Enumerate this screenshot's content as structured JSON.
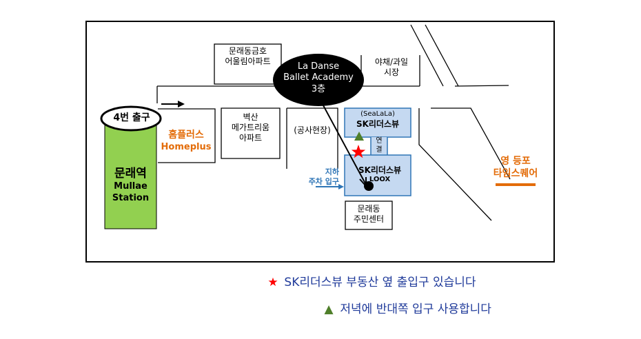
{
  "map": {
    "buildings": {
      "kumho_apt": [
        "문래동금호",
        "어울림아파트"
      ],
      "byeoksan": [
        "벽산",
        "메가트리움",
        "아파트"
      ],
      "construction": "(공사현장)",
      "market": [
        "야채/과일",
        "시장"
      ],
      "sealala_small": "(SeaLaLa)",
      "sk_upper": "SK리더스뷰",
      "link": [
        "연",
        "결"
      ],
      "sk_lower": "SK리더스뷰",
      "sk_lower_sub": "LOOX",
      "community_center": [
        "문래동",
        "주민센터"
      ],
      "times_square": [
        "영 등포",
        "타임스퀘어"
      ]
    },
    "academy": [
      "La Danse",
      "Ballet Academy",
      "3층"
    ],
    "station": {
      "exit": "4번 출구",
      "name_ko": "문래역",
      "name_en": [
        "Mullae",
        "Station"
      ]
    },
    "homeplus": {
      "ko": "홈플러스",
      "en": "Homeplus"
    },
    "parking": [
      "지하",
      "주차 입구"
    ]
  },
  "legend": [
    {
      "icon": "red-star-icon",
      "symbol": "★",
      "color": "#ff0000",
      "text": "SK리더스뷰 부동산 옆 출입구 있습니다"
    },
    {
      "icon": "green-triangle-icon",
      "symbol": "▲",
      "color": "#4f7f2a",
      "text": "저녁에 반대쪽 입구 사용합니다"
    }
  ],
  "colors": {
    "station_green": "#92d050",
    "sk_blue": "#c5d9f1",
    "orange": "#e36c09",
    "arrow_blue": "#2e75b6"
  }
}
